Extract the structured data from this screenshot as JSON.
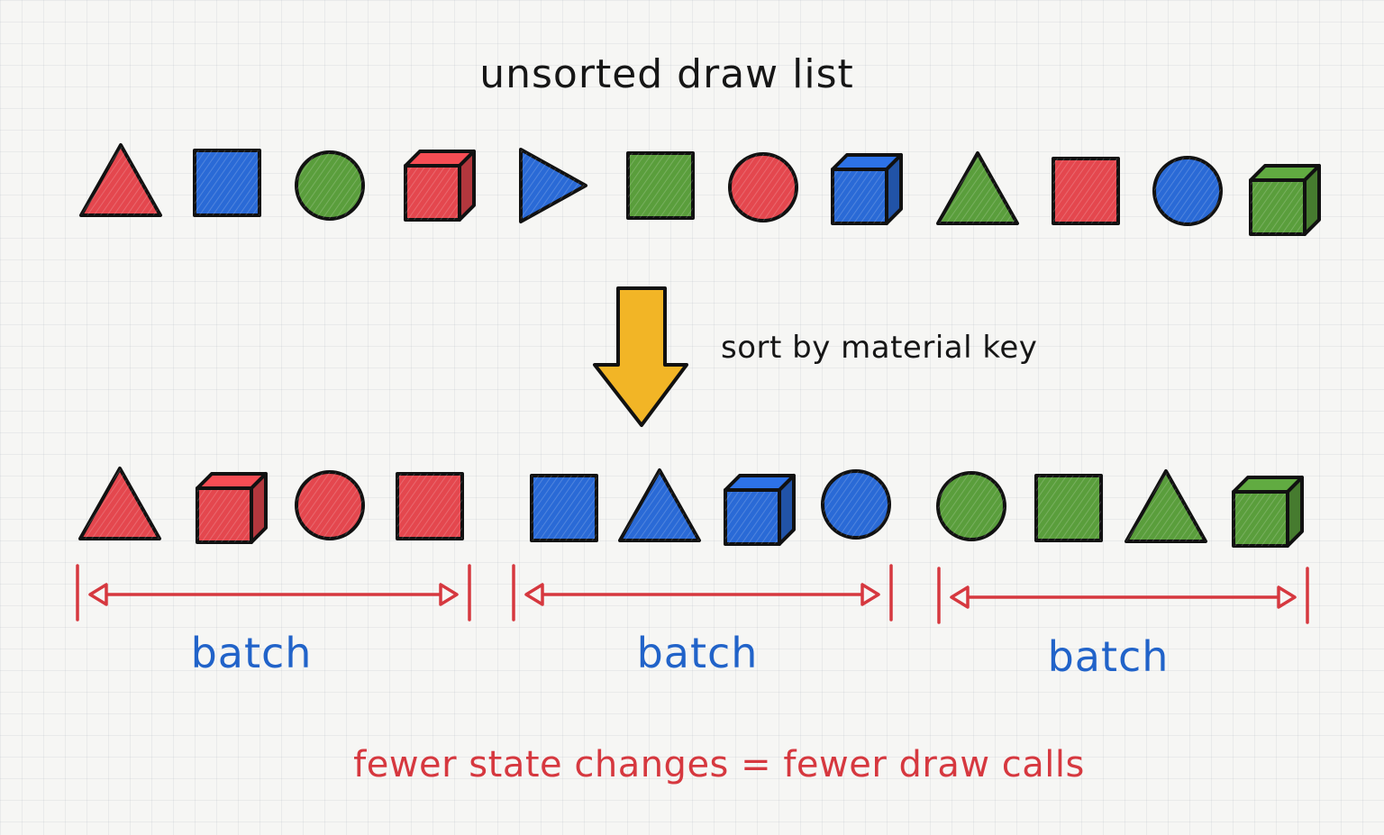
{
  "title": "unsorted draw list",
  "sort_label": "sort by material key",
  "footer": "fewer state changes = fewer draw calls",
  "colors": {
    "red": "#e4474e",
    "green": "#5a9e3c",
    "blue": "#2a6ad6",
    "arrow": "#f2b526",
    "bracket": "#d6383f",
    "batch_text": "#2163c9",
    "outline": "#111111"
  },
  "unsorted": [
    {
      "shape": "triangle",
      "color": "red"
    },
    {
      "shape": "square",
      "color": "blue"
    },
    {
      "shape": "circle",
      "color": "green"
    },
    {
      "shape": "cube",
      "color": "red"
    },
    {
      "shape": "triangle-right",
      "color": "blue"
    },
    {
      "shape": "square",
      "color": "green"
    },
    {
      "shape": "circle",
      "color": "red"
    },
    {
      "shape": "cube",
      "color": "blue"
    },
    {
      "shape": "triangle",
      "color": "green"
    },
    {
      "shape": "square",
      "color": "red"
    },
    {
      "shape": "circle",
      "color": "blue"
    },
    {
      "shape": "cube",
      "color": "green"
    }
  ],
  "sorted": [
    {
      "shape": "triangle",
      "color": "red"
    },
    {
      "shape": "cube",
      "color": "red"
    },
    {
      "shape": "circle",
      "color": "red"
    },
    {
      "shape": "square",
      "color": "red"
    },
    {
      "shape": "square",
      "color": "blue"
    },
    {
      "shape": "triangle",
      "color": "blue"
    },
    {
      "shape": "cube",
      "color": "blue"
    },
    {
      "shape": "circle",
      "color": "blue"
    },
    {
      "shape": "circle",
      "color": "green"
    },
    {
      "shape": "square",
      "color": "green"
    },
    {
      "shape": "triangle",
      "color": "green"
    },
    {
      "shape": "cube",
      "color": "green"
    }
  ],
  "batches": [
    {
      "label": "batch"
    },
    {
      "label": "batch"
    },
    {
      "label": "batch"
    }
  ]
}
